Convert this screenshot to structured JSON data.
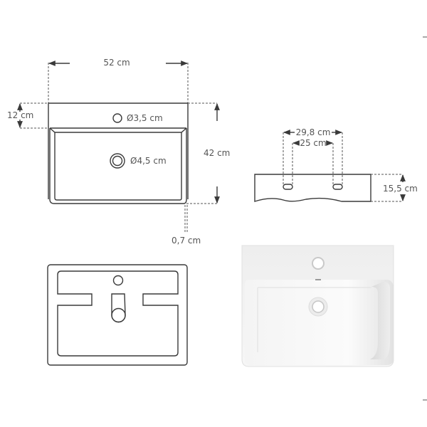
{
  "figure": {
    "title": "Wash basin dimension drawing",
    "background": "#ffffff",
    "line_color": "#3a3a3a",
    "label_color": "#555555"
  },
  "top_view": {
    "width_label": "52 cm",
    "rim_depth_label": "12 cm",
    "depth_label": "42 cm",
    "tap_hole_label": "Ø3,5 cm",
    "drain_label": "Ø4,5 cm",
    "wall_thickness_label": "0,7 cm"
  },
  "side_view": {
    "outer_spacing_label": "29,8 cm",
    "inner_spacing_label": "25 cm",
    "height_label": "15,5 cm"
  },
  "bottom_view": {
    "description": "underside outline"
  },
  "photo": {
    "description": "white ceramic rectangular wash basin with tap hole"
  }
}
